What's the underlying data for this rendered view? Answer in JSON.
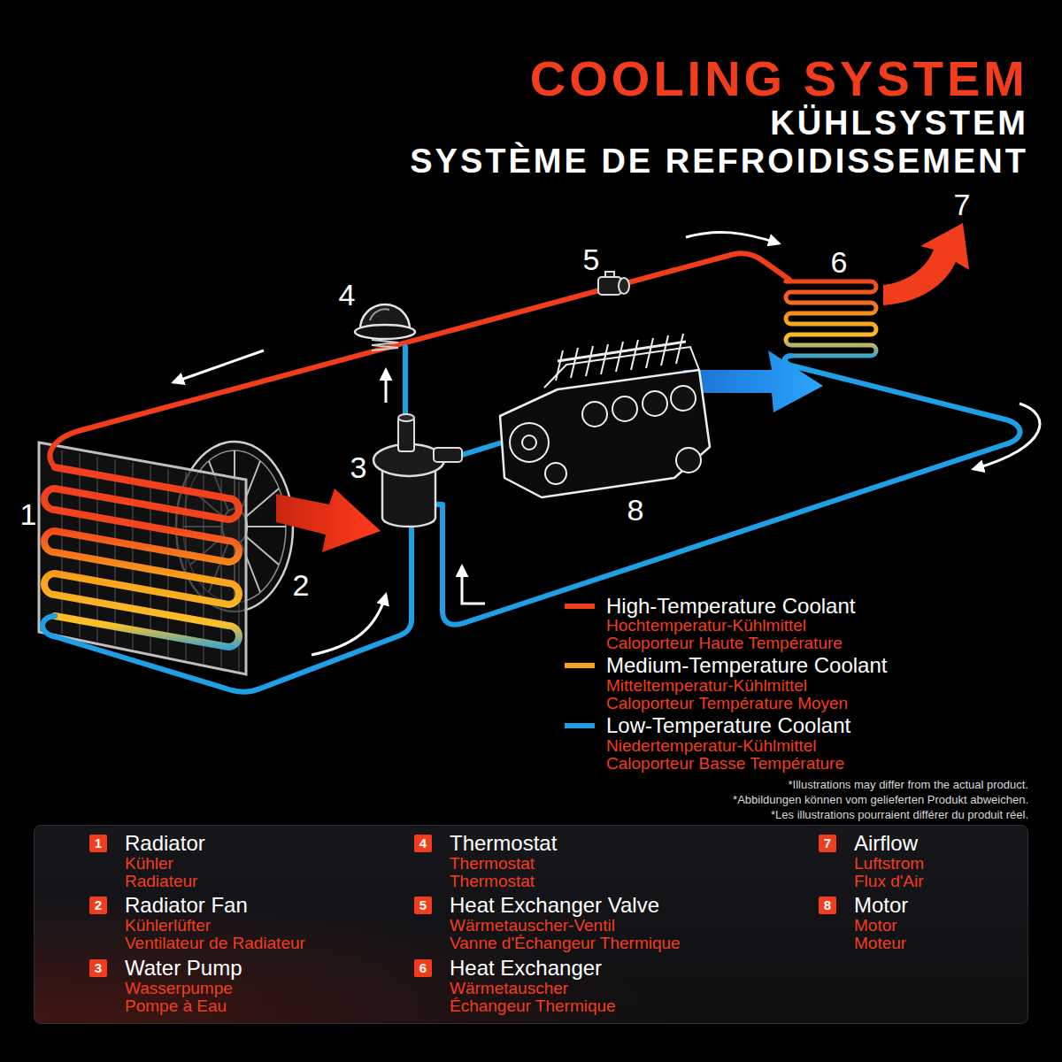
{
  "diagram": {
    "title": "COOLING SYSTEM",
    "nodes": [
      {
        "text": [
          "1",
          "Radiator",
          "Kühler",
          "Radiateur"
        ]
      },
      {
        "text": [
          "2",
          "Radiator Fan",
          "Kühlerlüfter",
          "Ventilateur de Radiateur"
        ]
      },
      {
        "text": [
          "3",
          "Water Pump",
          "Wasserpumpe",
          "Pompe à Eau"
        ]
      },
      {
        "text": [
          "4",
          "Thermostat",
          "Thermostat",
          "Thermostat"
        ]
      },
      {
        "text": [
          "5",
          "Heat Exchanger Valve",
          "Wärmetauscher-Ventil",
          "Vanne d'Échangeur Thermique"
        ]
      },
      {
        "text": [
          "6",
          "Heat Exchanger",
          "Wärmetauscher",
          "Échangeur Thermique"
        ]
      },
      {
        "text": [
          "7",
          "Airflow",
          "Luftstrom",
          "Flux d'Air"
        ]
      },
      {
        "text": [
          "8",
          "Motor",
          "Motor",
          "Moteur"
        ]
      }
    ],
    "labels": [
      "KÜHLSYSTEM",
      "SYSTÈME DE REFROIDISSEMENT",
      "1",
      "2",
      "3",
      "4",
      "5",
      "6",
      "7",
      "8",
      "Hochtemperatur-Kühlmittel",
      "Caloporteur Haute Température",
      "Mitteltemperatur-Kühlmittel",
      "Caloporteur Température Moyen",
      "Niedertemperatur-Kühlmittel",
      "Caloporteur Basse Température",
      "*Illustrations may differ from the actual product.",
      "*Abbildungen können vom gelieferten Produkt abweichen.",
      "*Les illustrations pourraient différer du produit réel."
    ],
    "legend": [
      {
        "text": "High-Temperature Coolant",
        "color": "#f23d1d"
      },
      {
        "text": "Medium-Temperature Coolant",
        "color": "#f8a31c"
      },
      {
        "text": "Low-Temperature Coolant",
        "color": "#1fa0e6"
      }
    ]
  }
}
